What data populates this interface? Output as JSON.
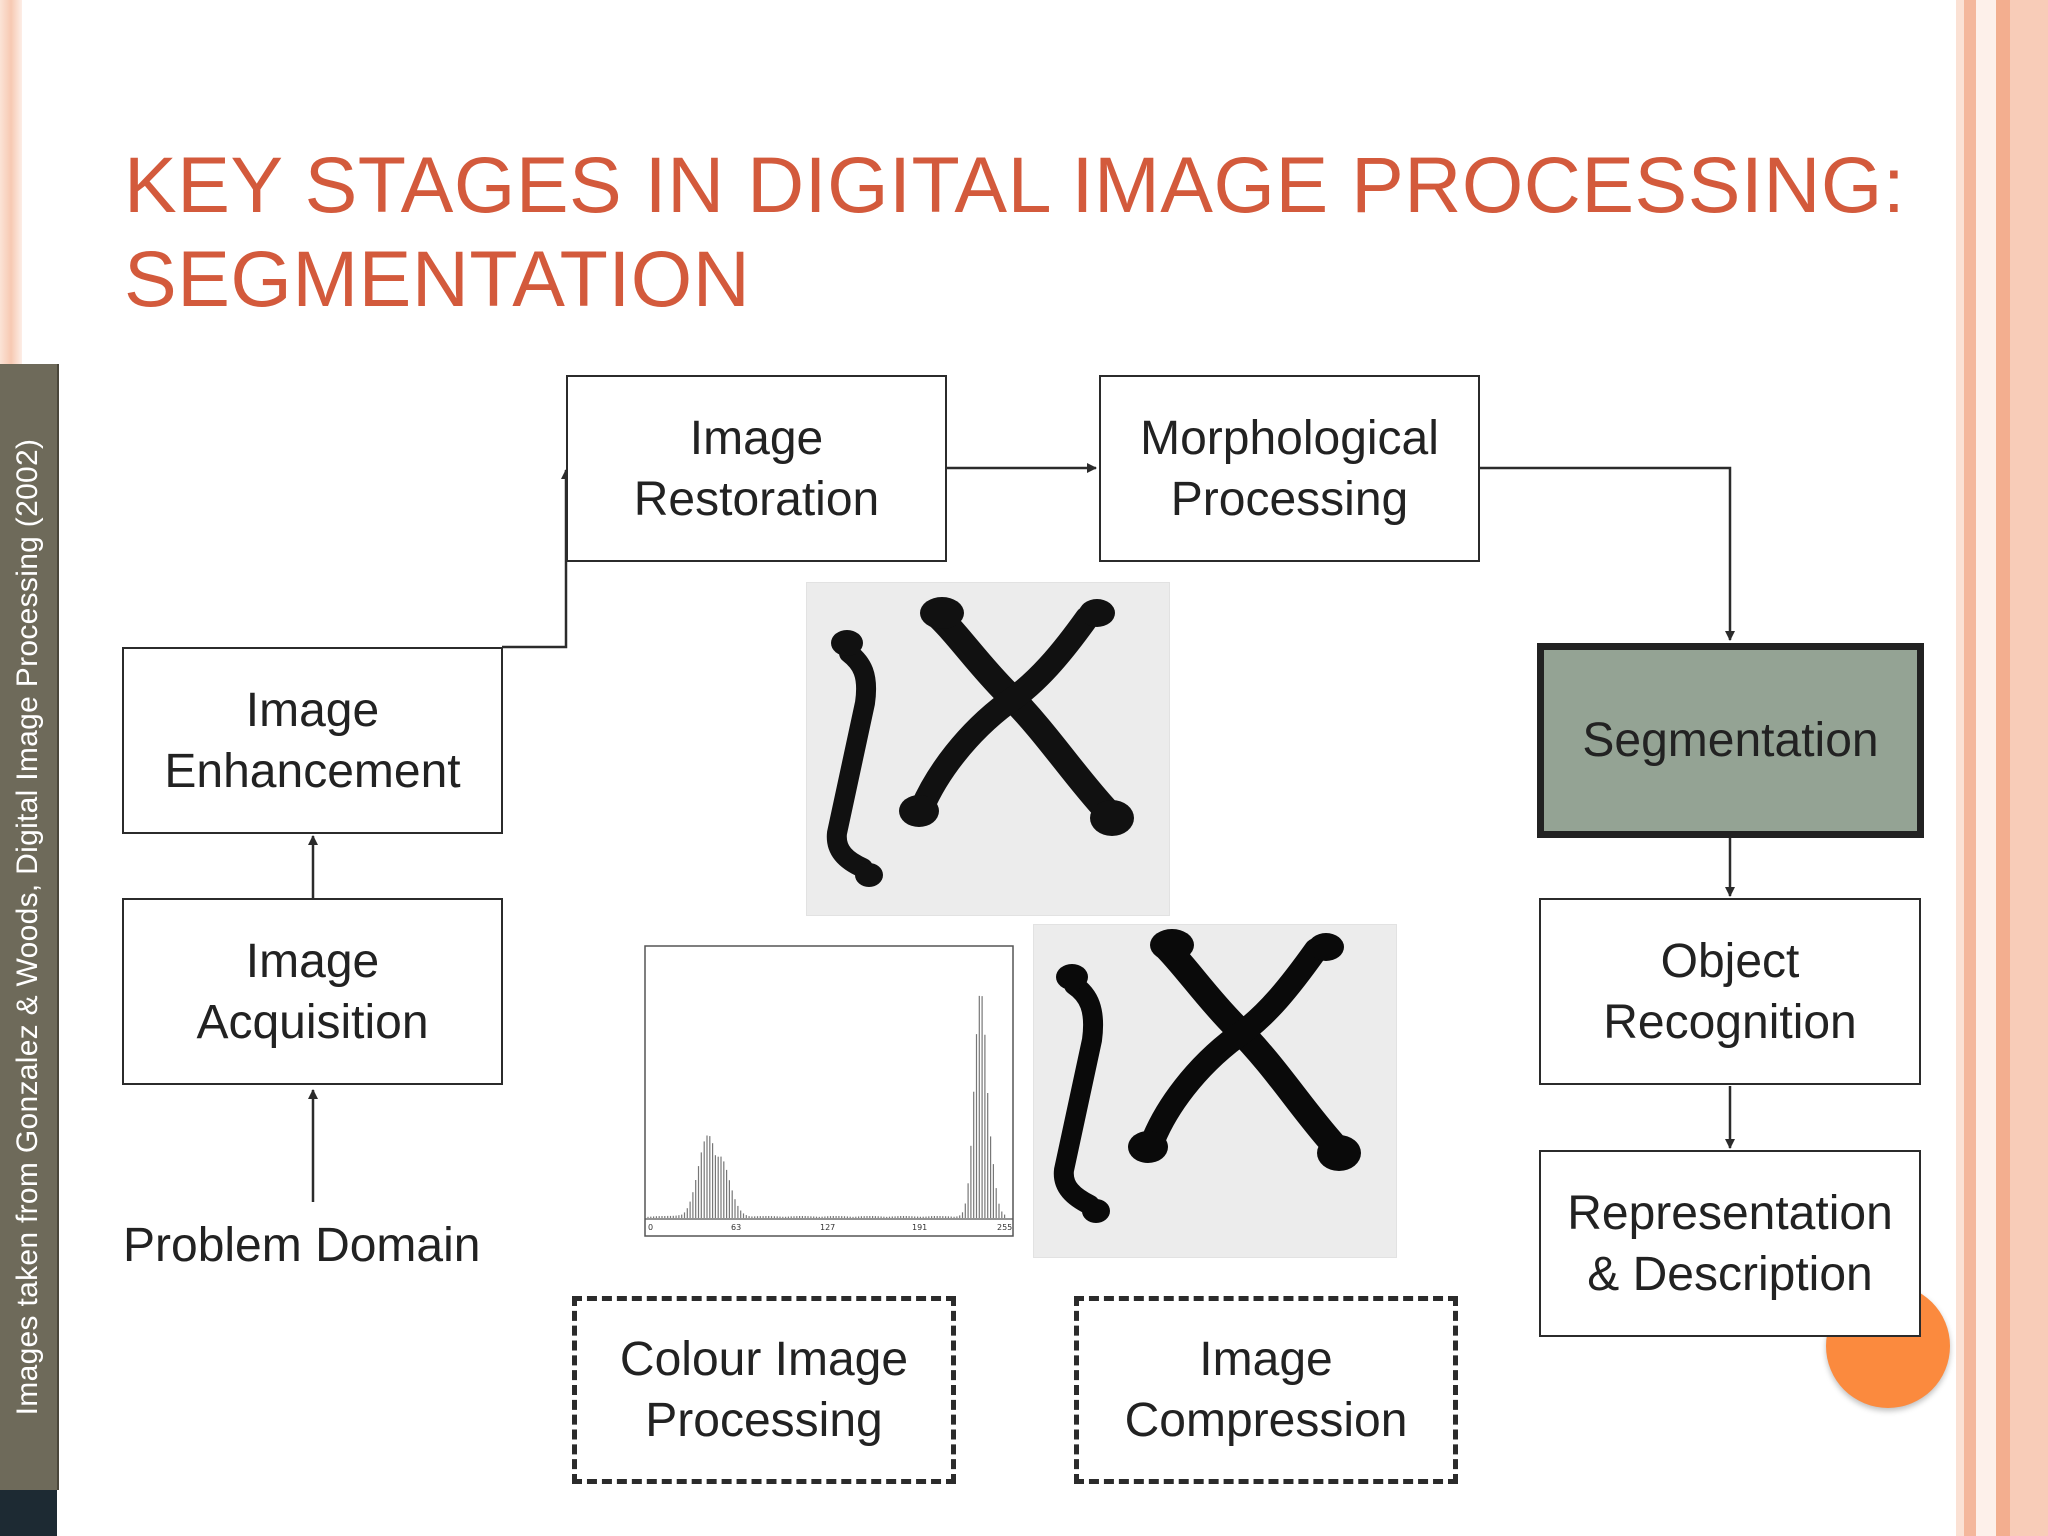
{
  "slide": {
    "title_line1": "KEY STAGES IN DIGITAL IMAGE PROCESSING:",
    "title_line2": "SEGMENTATION",
    "side_caption": "Images taken from Gonzalez & Woods, Digital Image Processing (2002)",
    "colors": {
      "title": "#d35a3c",
      "highlight_fill": "#94a394",
      "accent_dot": "#fb8a3e"
    }
  },
  "diagram": {
    "nodes": {
      "image_restoration": "Image\nRestoration",
      "morphological_processing": "Morphological\nProcessing",
      "image_enhancement": "Image\nEnhancement",
      "segmentation": "Segmentation",
      "image_acquisition": "Image\nAcquisition",
      "object_recognition": "Object\nRecognition",
      "representation_description": "Representation\n& Description",
      "problem_domain": "Problem Domain",
      "colour_image_processing": "Colour Image\nProcessing",
      "image_compression": "Image\nCompression"
    },
    "highlighted_stage": "Segmentation"
  },
  "histogram": {
    "tick_labels": [
      "0",
      "63",
      "127",
      "191",
      "255"
    ]
  }
}
